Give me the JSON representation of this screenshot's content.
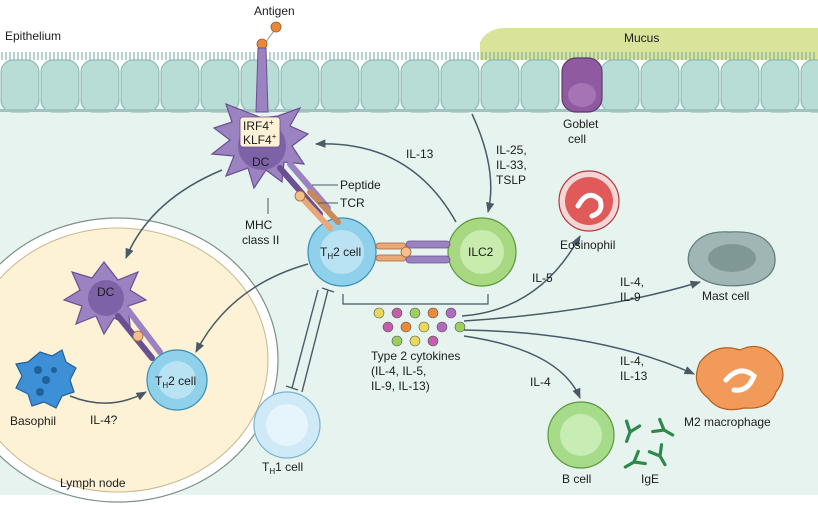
{
  "labels": {
    "antigen": "Antigen",
    "epithelium": "Epithelium",
    "mucus": "Mucus",
    "goblet_line1": "Goblet",
    "goblet_line2": "cell",
    "irf4": "IRF4",
    "klf4": "KLF4",
    "plus": "+",
    "dc_top": "DC",
    "il13_top": "IL-13",
    "il25": "IL-25,",
    "il33": "IL-33,",
    "tslp": "TSLP",
    "peptide": "Peptide",
    "tcr": "TCR",
    "mhc_line1": "MHC",
    "mhc_line2": "class II",
    "th_t": "T",
    "th_h": "H",
    "th2_suffix": "2 cell",
    "th1_suffix": "1 cell",
    "ilc2": "ILC2",
    "eosinophil": "Eosinophil",
    "il5_eos": "IL-5",
    "il4_mast": "IL-4,",
    "il9_mast": "IL-9",
    "mast_cell": "Mast cell",
    "dc_ln": "DC",
    "basophil": "Basophil",
    "il4q": "IL-4?",
    "lymph_node": "Lymph node",
    "cytokines_line1": "Type 2 cytokines",
    "cytokines_line2": "(IL-4, IL-5,",
    "cytokines_line3": "IL-9, IL-13)",
    "il4_bcell": "IL-4",
    "il4_mac": "IL-4,",
    "il13_mac": "IL-13",
    "m2_macrophage": "M2 macrophage",
    "b_cell": "B cell",
    "ige": "IgE"
  },
  "colors": {
    "epithelium": "#b8dcd6",
    "tissue": "#e6f3ef",
    "mucus": "#d9e39a",
    "goblet": "#8f5aa0",
    "dendritic_cell": "#9b82c0",
    "th2_cell": "#8fd0ea",
    "ilc2": "#a8d982",
    "th1_cell": "#cfe9f6",
    "eosinophil": "#e05a5a",
    "mast_cell": "#9fb6b4",
    "macrophage": "#f29a5a",
    "b_cell": "#a6db8a",
    "ige": "#2e8a4a",
    "basophil": "#3d8fd6",
    "lymph_node": "#fdf1d6",
    "antigen": "#e58a3c",
    "arrow": "#4a5a66"
  },
  "cytokine_dot_colors": [
    "#e8d95a",
    "#c25fa8",
    "#9ccf5e",
    "#e88a3a",
    "#b06ac0"
  ]
}
